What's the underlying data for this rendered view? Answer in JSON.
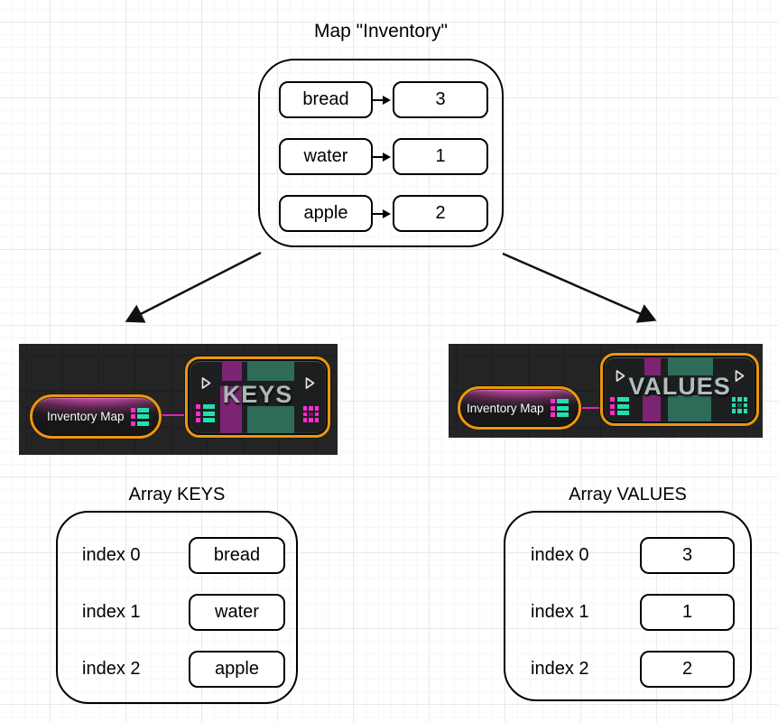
{
  "map_diagram": {
    "title": "Map \"Inventory\"",
    "entries": [
      {
        "key": "bread",
        "value": "3"
      },
      {
        "key": "water",
        "value": "1"
      },
      {
        "key": "apple",
        "value": "2"
      }
    ]
  },
  "blueprint_panels": {
    "keys": {
      "variable_node_label": "Inventory Map",
      "function_node_label": "KEYS"
    },
    "values": {
      "variable_node_label": "Inventory Map",
      "function_node_label": "VALUES"
    }
  },
  "array_diagrams": {
    "keys": {
      "title": "Array KEYS",
      "rows": [
        {
          "index": "index 0",
          "value": "bread"
        },
        {
          "index": "index 1",
          "value": "water"
        },
        {
          "index": "index 2",
          "value": "apple"
        }
      ]
    },
    "values": {
      "title": "Array VALUES",
      "rows": [
        {
          "index": "index 0",
          "value": "3"
        },
        {
          "index": "index 1",
          "value": "1"
        },
        {
          "index": "index 2",
          "value": "2"
        }
      ]
    }
  },
  "icons": {
    "exec_pin": "exec-pin-triangle",
    "map_pin": "map-key-value-pin",
    "array_pin_keys": "array-grid-pin-magenta",
    "array_pin_values": "array-grid-pin-teal"
  },
  "colors": {
    "selection_orange": "#ea970e",
    "wire_magenta": "#e71fc0",
    "pin_magenta": "#ff2bd1",
    "pin_teal": "#23dfb0",
    "block_purple": "#7c2473",
    "block_teal": "#2e6b59",
    "node_label_gray": "#a9b8b3",
    "panel_background": "#242424"
  }
}
